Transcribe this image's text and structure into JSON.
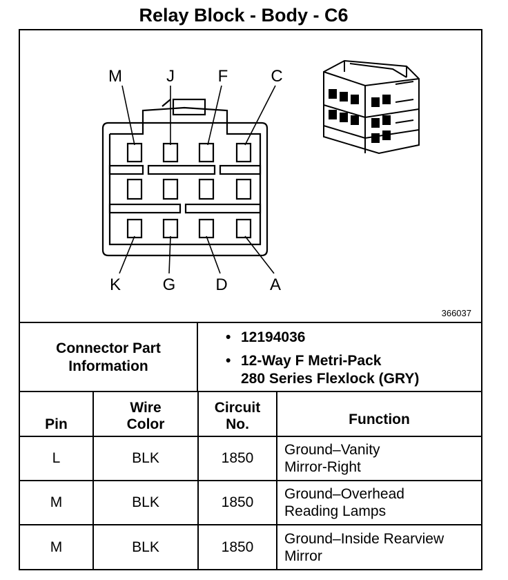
{
  "title": "Relay Block - Body - C6",
  "diagram": {
    "top_labels": [
      "M",
      "J",
      "F",
      "C"
    ],
    "bottom_labels": [
      "K",
      "G",
      "D",
      "A"
    ],
    "reference_number": "366037"
  },
  "connector_info": {
    "label_line1": "Connector Part",
    "label_line2": "Information",
    "part_number": "12194036",
    "description_line1": "12-Way F Metri-Pack",
    "description_line2": "280 Series Flexlock (GRY)",
    "bullet": "•"
  },
  "table": {
    "headers": {
      "pin": "Pin",
      "wire_color_line1": "Wire",
      "wire_color_line2": "Color",
      "circuit_line1": "Circuit",
      "circuit_line2": "No.",
      "function": "Function"
    },
    "rows": [
      {
        "pin": "L",
        "wire_color": "BLK",
        "circuit": "1850",
        "function_line1": "Ground–Vanity",
        "function_line2": "Mirror-Right"
      },
      {
        "pin": "M",
        "wire_color": "BLK",
        "circuit": "1850",
        "function_line1": "Ground–Overhead",
        "function_line2": "Reading Lamps"
      },
      {
        "pin": "M",
        "wire_color": "BLK",
        "circuit": "1850",
        "function_line1": "Ground–Inside Rearview",
        "function_line2": "Mirror"
      }
    ]
  }
}
